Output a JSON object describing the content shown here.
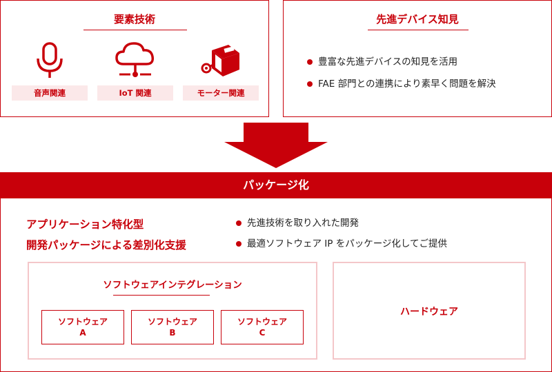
{
  "tech_box": {
    "title": "要素技術",
    "items": [
      {
        "label": "音声関連",
        "icon": "microphone-icon"
      },
      {
        "label": "IoT 関連",
        "icon": "cloud-network-icon"
      },
      {
        "label": "モーター関連",
        "icon": "motor-icon"
      }
    ]
  },
  "knowledge_box": {
    "title": "先進デバイス知見",
    "bullets": [
      "豊富な先進デバイスの知見を活用",
      "FAE 部門との連携により素早く問題を解決"
    ]
  },
  "package": {
    "banner": "パッケージ化",
    "heading_line1": "アプリケーション特化型",
    "heading_line2": "開発パッケージによる差別化支援",
    "bullets": [
      "先進技術を取り入れた開発",
      "最適ソフトウェア IP をパッケージ化してご提供"
    ],
    "software_integration": {
      "title": "ソフトウェアインテグレーション",
      "items": [
        {
          "line1": "ソフトウェア",
          "line2": "A"
        },
        {
          "line1": "ソフトウェア",
          "line2": "B"
        },
        {
          "line1": "ソフトウェア",
          "line2": "C"
        }
      ]
    },
    "hardware": {
      "title": "ハードウェア"
    }
  },
  "colors": {
    "accent": "#c8000a",
    "light_accent": "#fbe8e9",
    "light_border": "#f4c6c9"
  }
}
